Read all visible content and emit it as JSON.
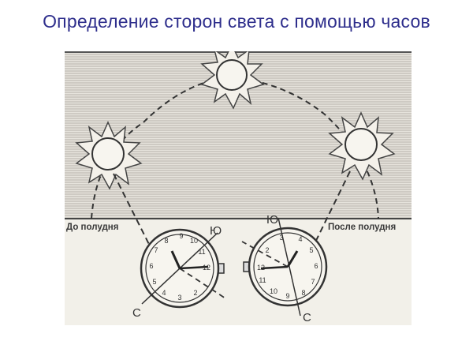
{
  "title": "Определение сторон света с помощью часов",
  "figure": {
    "labels": {
      "before_noon": "До полудня",
      "after_noon": "После полудня"
    },
    "left_clock": {
      "south": "Ю",
      "north": "С",
      "numbers": [
        "12",
        "2",
        "3",
        "4",
        "5",
        "6",
        "7",
        "8",
        "9",
        "10",
        "11"
      ]
    },
    "right_clock": {
      "south": "Ю",
      "north": "С",
      "numbers": [
        "12",
        "2",
        "3",
        "4",
        "5",
        "6",
        "7",
        "8",
        "9",
        "10",
        "11"
      ]
    },
    "colors": {
      "title": "#2e2e8c",
      "sky": "#d6d3cb",
      "ground": "#f2f0e9",
      "ink": "#3a3a3a"
    }
  }
}
